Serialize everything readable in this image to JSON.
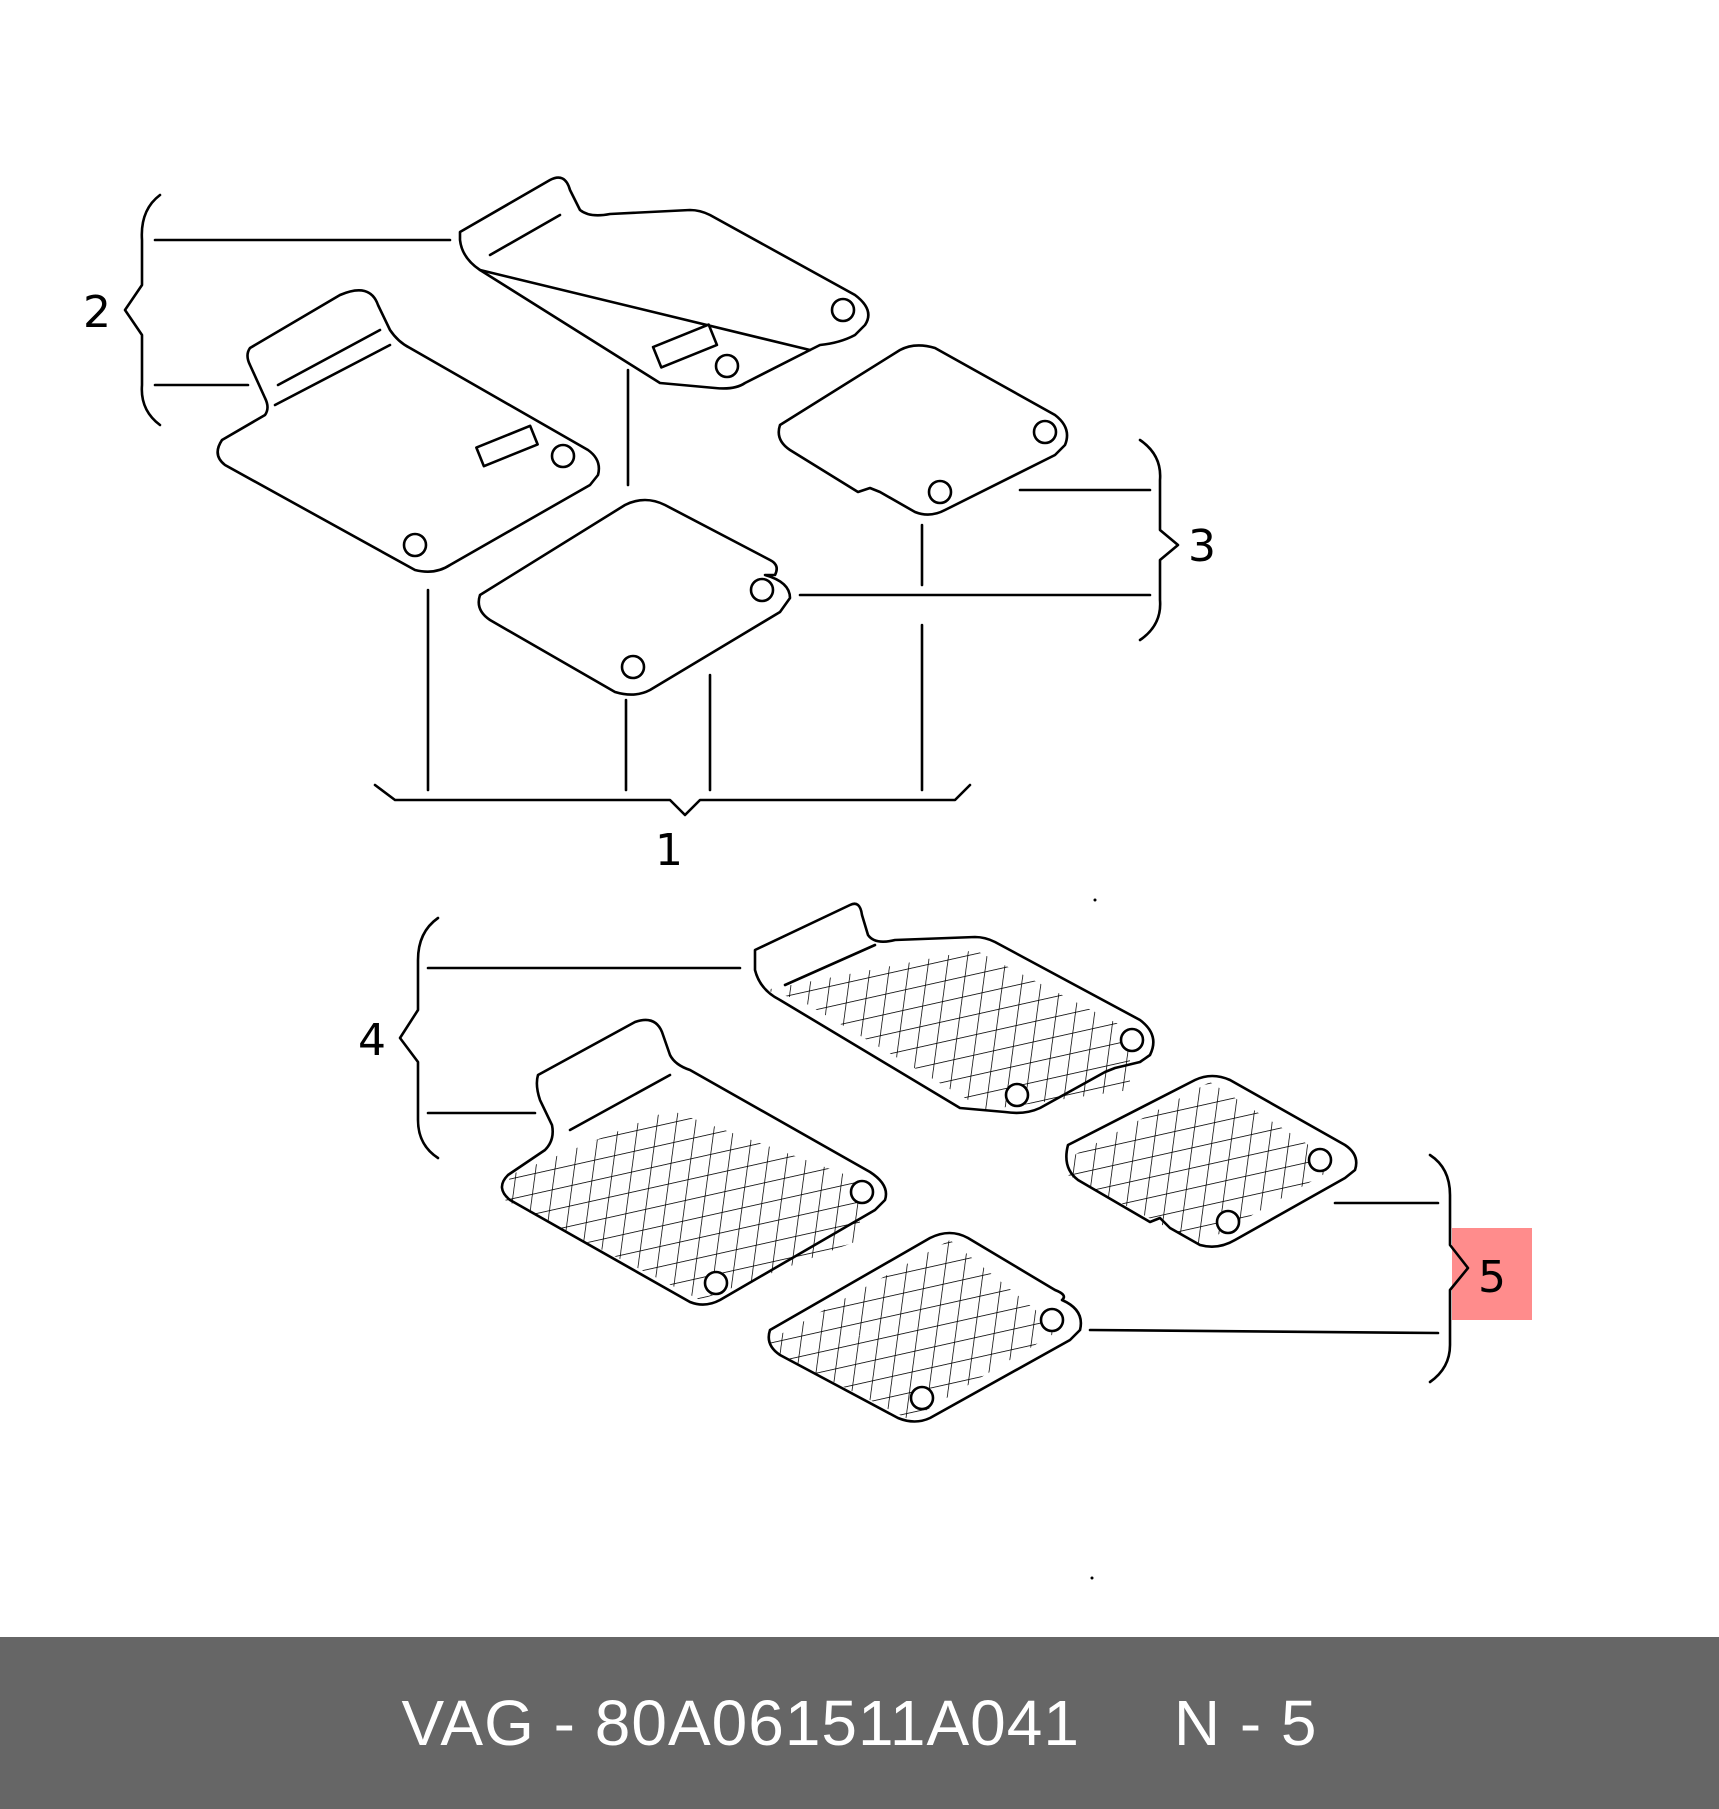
{
  "diagram": {
    "callouts": [
      "1",
      "2",
      "3",
      "4",
      "5"
    ],
    "highlighted_callout": "5",
    "highlight_color": "#ff8c8c"
  },
  "footer": {
    "brand": "VAG",
    "part_number": "80A061511A041",
    "position": "N - 5",
    "text": "VAG - 80A061511A041     N - 5",
    "background": "#666666"
  }
}
